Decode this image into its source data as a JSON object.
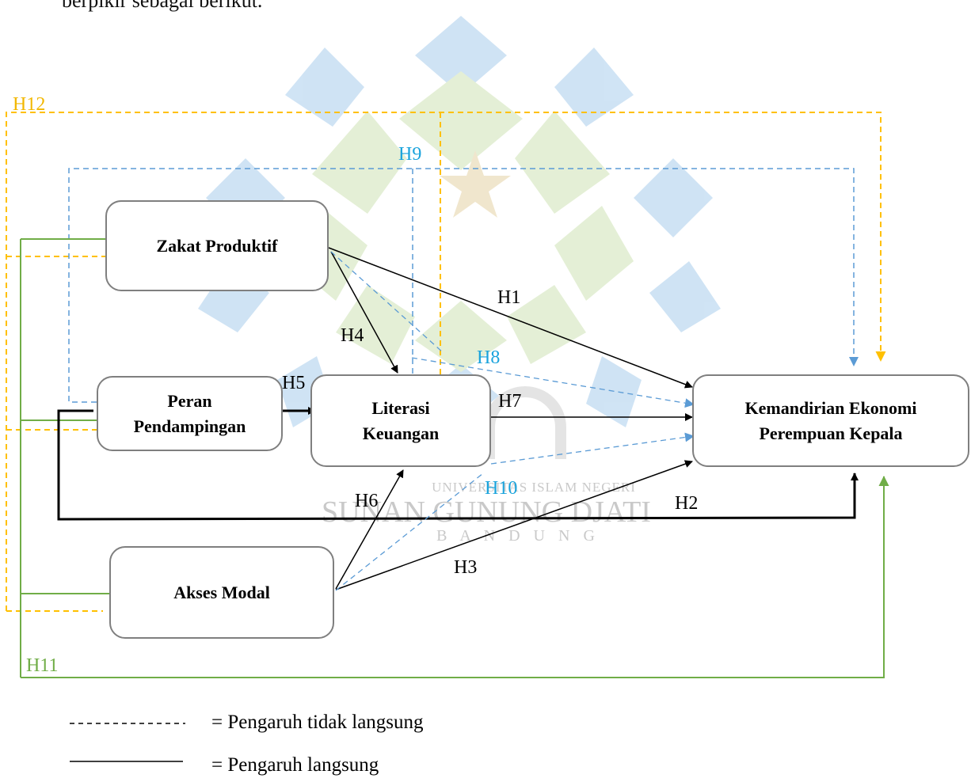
{
  "top_text": "berpikir sebagai berikut.",
  "boxes": {
    "zakat": "Zakat Produktif",
    "peran": "Peran Pendampingan",
    "literasi": "Literasi Keuangan",
    "akses": "Akses Modal",
    "kemandirian": "Kemandirian Ekonomi Perempuan Kepala"
  },
  "hypotheses": {
    "h1": "H1",
    "h2": "H2",
    "h3": "H3",
    "h4": "H4",
    "h5": "H5",
    "h6": "H6",
    "h7": "H7",
    "h8": "H8",
    "h9": "H9",
    "h10": "H10",
    "h11": "H11",
    "h12": "H12"
  },
  "legend": {
    "dashed_label": "= Pengaruh tidak langsung",
    "solid_label": "= Pengaruh langsung"
  },
  "watermark": {
    "line1": "UNIVERSITAS ISLAM NEGERI",
    "line2": "SUNAN GUNUNG DJATI",
    "line3": "B A N D U N G"
  },
  "colors": {
    "direct": "#000000",
    "blue_indirect": "#5b9bd5",
    "orange_indirect": "#ffc000",
    "green_path": "#70ad47",
    "box_border": "#7f7f7f"
  }
}
